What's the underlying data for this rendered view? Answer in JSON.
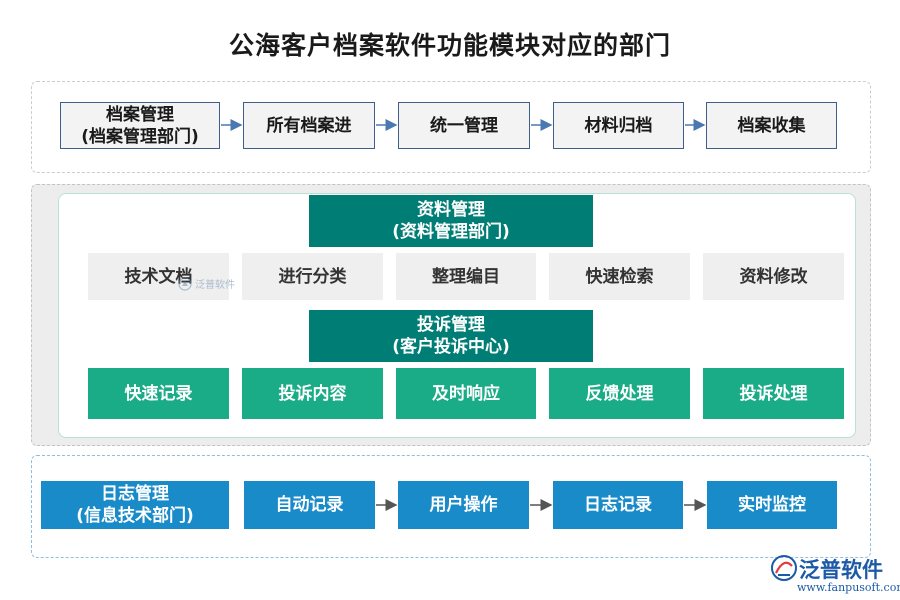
{
  "title": "公海客户档案软件功能模块对应的部门",
  "archive_row": {
    "items": [
      {
        "label": "档案管理\n(档案管理部门)"
      },
      {
        "label": "所有档案进"
      },
      {
        "label": "统一管理"
      },
      {
        "label": "材料归档"
      },
      {
        "label": "档案收集"
      }
    ]
  },
  "materials": {
    "header": "资料管理\n(资料管理部门)",
    "items": [
      "技术文档",
      "进行分类",
      "整理编目",
      "快速检索",
      "资料修改"
    ]
  },
  "complaints": {
    "header": "投诉管理\n(客户投诉中心)",
    "items": [
      "快速记录",
      "投诉内容",
      "及时响应",
      "反馈处理",
      "投诉处理"
    ]
  },
  "log_row": {
    "items": [
      {
        "label": "日志管理\n(信息技术部门)"
      },
      {
        "label": "自动记录"
      },
      {
        "label": "用户操作"
      },
      {
        "label": "日志记录"
      },
      {
        "label": "实时监控"
      }
    ]
  },
  "watermark": {
    "text": "泛普软件",
    "url": "www.fanpusoft.com"
  },
  "colors": {
    "outline_box_border": "#3f5f8a",
    "teal_dark": "#007d74",
    "teal_green": "#1aab87",
    "blue": "#1a8bc9",
    "arrow_archive": "#4a78b0",
    "arrow_log": "#555555"
  }
}
